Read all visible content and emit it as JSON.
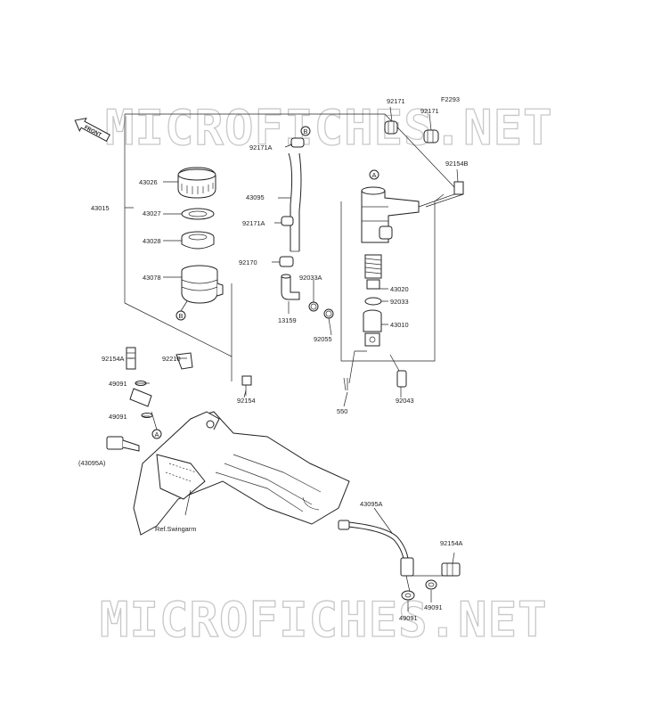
{
  "watermark": "MICROFICHES.NET",
  "diagram_code": "F2293",
  "front_label": "FRONT",
  "ref_label": "Ref.Swingarm",
  "callouts": {
    "A": "A",
    "B": "B"
  },
  "parts": {
    "p92171_left": "92171",
    "p92171_right": "92171",
    "p92154B": "92154B",
    "p92171A_top": "92171A",
    "p43026": "43026",
    "p43095": "43095",
    "p43015": "43015",
    "p43027": "43027",
    "p92171A_mid": "92171A",
    "p43028": "43028",
    "p92170": "92170",
    "p43078": "43078",
    "p92033A": "92033A",
    "p43020": "43020",
    "p92033": "92033",
    "p13159": "13159",
    "p43010": "43010",
    "p92055": "92055",
    "p92154A_left": "92154A",
    "p92210": "92210",
    "p49091_top": "49091",
    "p92154": "92154",
    "p550": "550",
    "p92043": "92043",
    "p49091_mid": "49091",
    "p43095A_paren": "(43095A)",
    "p43095A": "43095A",
    "p92154A_right": "92154A",
    "p49091_bot_right": "49091",
    "p49091_bot_left": "49091"
  }
}
